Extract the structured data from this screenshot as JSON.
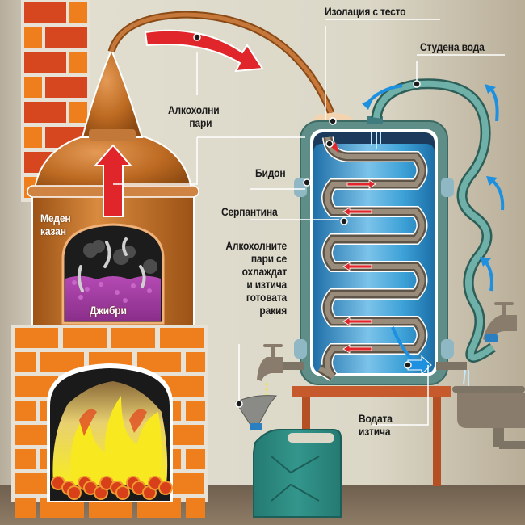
{
  "diagram": {
    "title": "Дестилация на ракия",
    "labels": {
      "insulation": "Изолация с тесто",
      "cold_water": "Студена вода",
      "alcohol_vapors": [
        "Алкохолни",
        "пари"
      ],
      "can": "Бидон",
      "coil": "Серпантина",
      "condensation": [
        "Алкохолните",
        "пари се",
        "охлаждат",
        "и изтича",
        "готовата",
        "ракия"
      ],
      "copper_pot": [
        "Меден",
        "казан"
      ],
      "mash": "Джибри",
      "water_outflow": [
        "Водата",
        "изтича"
      ]
    },
    "components": [
      {
        "id": "brick-chimney",
        "icon": "brick-wall-icon"
      },
      {
        "id": "copper-still",
        "icon": "copper-pot-icon"
      },
      {
        "id": "vapor-pipe",
        "icon": "pipe-icon"
      },
      {
        "id": "cooling-tank",
        "icon": "tank-icon"
      },
      {
        "id": "cooling-coil",
        "icon": "coil-icon"
      },
      {
        "id": "water-hose",
        "icon": "hose-icon"
      },
      {
        "id": "water-tap",
        "icon": "faucet-icon"
      },
      {
        "id": "rakia-tap",
        "icon": "faucet-icon"
      },
      {
        "id": "funnel",
        "icon": "funnel-icon"
      },
      {
        "id": "jerrycan",
        "icon": "jerrycan-icon"
      },
      {
        "id": "sink",
        "icon": "sink-icon"
      },
      {
        "id": "fireplace",
        "icon": "fire-icon"
      }
    ],
    "colors": {
      "wall": "#dcd8c8",
      "floor": "#7a6a58",
      "brick_dark": "#d6461f",
      "brick_light": "#ee7f1c",
      "copper": "#b8651f",
      "tank_frame": "#5f8e88",
      "water": "#3a9dd2",
      "coil": "#8a7c6c",
      "vapor_arrow": "#e0262a",
      "water_arrow": "#1e90e0",
      "mash": "#9a3a9a",
      "jerrycan": "#2f8f86",
      "table": "#c65a2c"
    }
  }
}
